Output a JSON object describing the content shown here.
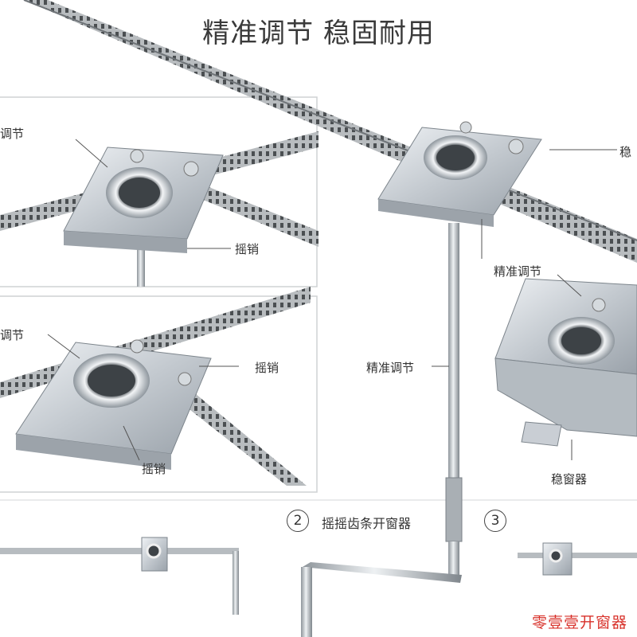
{
  "title": "精准调节 稳固耐用",
  "labels": {
    "top_left_adjust": "调节",
    "top_left_pin": "摇销",
    "top_right_stable": "稳",
    "center_adjust_a": "精准调节",
    "center_adjust_b": "精准调节",
    "mid_left_adjust": "调节",
    "mid_left_pin_a": "摇销",
    "mid_left_pin_b": "摇销",
    "right_stabilizer": "稳窗器"
  },
  "captions": {
    "num_2": "2",
    "caption_2": "摇摇齿条开窗器",
    "num_3": "3"
  },
  "watermark": "零壹壹开窗器",
  "colors": {
    "watermark": "#d8322b",
    "metal": "#c9ced4",
    "rack": "#8a8f92"
  }
}
